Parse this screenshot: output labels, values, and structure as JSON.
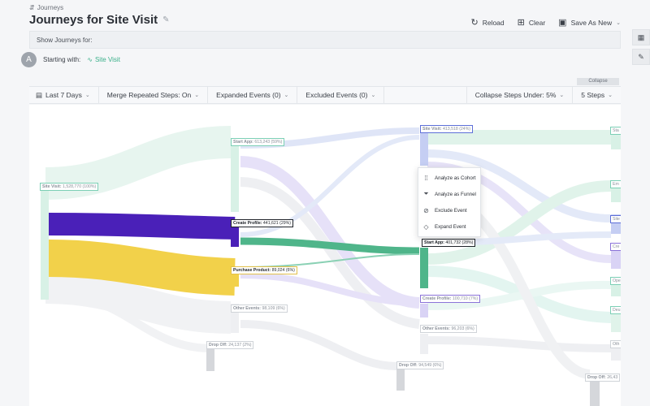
{
  "breadcrumb": {
    "icon": "journeys-icon",
    "label": "Journeys"
  },
  "title": "Journeys for Site Visit",
  "actions": {
    "reload": "Reload",
    "clear": "Clear",
    "save_as_new": "Save As New"
  },
  "show_journeys_for": "Show Journeys for:",
  "starting_with": {
    "avatar": "A",
    "label": "Starting with:",
    "event": "Site Visit"
  },
  "collapse_tag": "Collapse",
  "filters": {
    "date_range": "Last 7 Days",
    "merge_repeated": "Merge Repeated Steps: On",
    "expanded_events": "Expanded Events (0)",
    "excluded_events": "Excluded Events (0)",
    "collapse_steps": "Collapse Steps Under: 5%",
    "steps": "5 Steps"
  },
  "nodes": {
    "site_visit_1": {
      "name": "Site Visit:",
      "count": "1,528,770 (100%)"
    },
    "start_app_2": {
      "name": "Start App:",
      "count": "613,243 (59%)"
    },
    "create_profile_2": {
      "name": "Create Profile:",
      "count": "441,621 (29%)"
    },
    "purchase_product_2": {
      "name": "Purchase Product:",
      "count": "89,024 (6%)"
    },
    "other_events_2": {
      "name": "Other Events:",
      "count": "98,109 (6%)"
    },
    "drop_off_2": {
      "name": "Drop Off:",
      "count": "24,137 (2%)"
    },
    "site_visit_3": {
      "name": "Site Visit:",
      "count": "413,518 (24%)"
    },
    "start_app_3": {
      "name": "Start App:",
      "count": "401,732 (28%)"
    },
    "create_profile_3": {
      "name": "Create Profile:",
      "count": "100,710 (7%)"
    },
    "other_events_3": {
      "name": "Other Events:",
      "count": "96,203 (6%)"
    },
    "drop_off_3": {
      "name": "Drop Off:",
      "count": "94,549 (6%)"
    },
    "drop_off_4": {
      "name": "Drop Off:",
      "count": "26,43"
    },
    "col4_labels": [
      "Sta",
      "Em",
      "Site",
      "Cre",
      "Ope",
      "Deu",
      "Oth"
    ]
  },
  "context_menu": {
    "analyze_cohort": "Analyze as Cohort",
    "analyze_funnel": "Analyze as Funnel",
    "exclude_event": "Exclude Event",
    "expand_event": "Expand Event"
  },
  "colors": {
    "create_profile": "#4a20b8",
    "purchase_product": "#f2d14a",
    "start_app": "#4fb58a",
    "site_visit_light": "#d8f1e6",
    "purple_light": "#d9d3f5",
    "blue_light": "#dfe5f7",
    "gray_light": "#eeeff2"
  }
}
